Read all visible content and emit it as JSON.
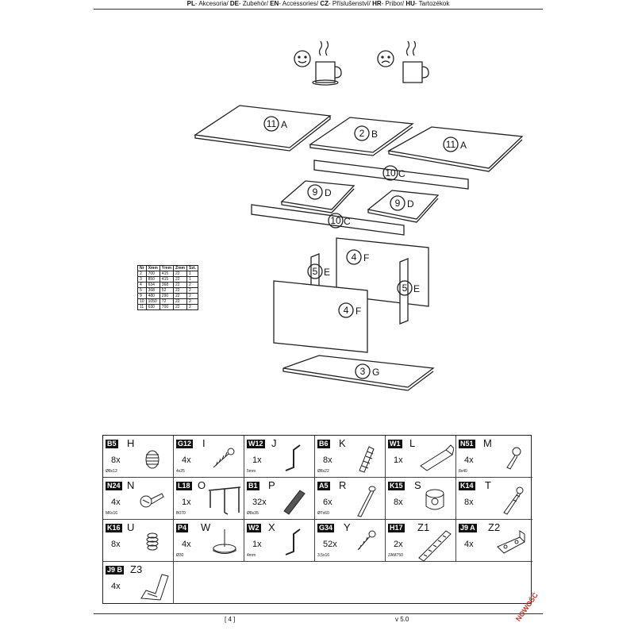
{
  "header": {
    "segments": [
      {
        "code": "PL",
        "text": "- Akcesoria/ "
      },
      {
        "code": "DE",
        "text": "- Zubehör/ "
      },
      {
        "code": "EN",
        "text": "- Accessories/ "
      },
      {
        "code": "CZ",
        "text": "- Příslušenství/ "
      },
      {
        "code": "HR",
        "text": "- Pribor/ "
      },
      {
        "code": "HU",
        "text": "- Tartozékok"
      }
    ]
  },
  "parts": [
    {
      "num": "11",
      "letter": "A"
    },
    {
      "num": "2",
      "letter": "B"
    },
    {
      "num": "11",
      "letter": "A"
    },
    {
      "num": "10",
      "letter": "C"
    },
    {
      "num": "9",
      "letter": "D"
    },
    {
      "num": "9",
      "letter": "D"
    },
    {
      "num": "10",
      "letter": "C"
    },
    {
      "num": "4",
      "letter": "F"
    },
    {
      "num": "5",
      "letter": "E"
    },
    {
      "num": "5",
      "letter": "E"
    },
    {
      "num": "4",
      "letter": "F"
    },
    {
      "num": "3",
      "letter": "G"
    }
  ],
  "dim_table": {
    "headers": [
      "Nr",
      "Xmm",
      "Ymm",
      "Zmm",
      "Szt."
    ],
    "rows": [
      [
        "2",
        "700",
        "415",
        "22",
        "1"
      ],
      [
        "3",
        "850",
        "415",
        "22",
        "1"
      ],
      [
        "4",
        "634",
        "368",
        "22",
        "2"
      ],
      [
        "5",
        "368",
        "52",
        "22",
        "2"
      ],
      [
        "9",
        "480",
        "290",
        "22",
        "2"
      ],
      [
        "10",
        "1050",
        "72",
        "22",
        "2"
      ],
      [
        "11",
        "630",
        "700",
        "22",
        "2"
      ]
    ]
  },
  "accessories": [
    {
      "code": "B5",
      "letter": "H",
      "qty": "8x",
      "size": "Ø8x12",
      "icon": "grub-screw-icon"
    },
    {
      "code": "G12",
      "letter": "I",
      "qty": "4x",
      "size": "4x25",
      "icon": "wood-screw-icon"
    },
    {
      "code": "W12",
      "letter": "J",
      "qty": "1x",
      "size": "5mm",
      "icon": "allen-key-icon"
    },
    {
      "code": "B6",
      "letter": "K",
      "qty": "8x",
      "size": "Ø8x22",
      "icon": "dowel-icon"
    },
    {
      "code": "W1",
      "letter": "L",
      "qty": "1x",
      "size": "",
      "icon": "glue-tube-icon"
    },
    {
      "code": "N51",
      "letter": "M",
      "qty": "4x",
      "size": "8x40",
      "icon": "connector-bolt-icon"
    },
    {
      "code": "N24",
      "letter": "N",
      "qty": "4x",
      "size": "M6x16",
      "icon": "machine-screw-icon"
    },
    {
      "code": "L18",
      "letter": "O",
      "qty": "1x",
      "size": "B070",
      "icon": "table-leg-frame-icon"
    },
    {
      "code": "B1",
      "letter": "P",
      "qty": "32x",
      "size": "Ø8x35",
      "icon": "wooden-dowel-icon"
    },
    {
      "code": "A5",
      "letter": "R",
      "qty": "6x",
      "size": "Ø7x60",
      "icon": "long-bolt-icon"
    },
    {
      "code": "K15",
      "letter": "S",
      "qty": "8x",
      "size": "",
      "icon": "cam-lock-icon"
    },
    {
      "code": "K14",
      "letter": "T",
      "qty": "8x",
      "size": "",
      "icon": "cam-bolt-icon"
    },
    {
      "code": "K16",
      "letter": "U",
      "qty": "8x",
      "size": "",
      "icon": "spring-nut-icon"
    },
    {
      "code": "P4",
      "letter": "W",
      "qty": "4x",
      "size": "Ø30",
      "icon": "glide-foot-icon"
    },
    {
      "code": "W2",
      "letter": "X",
      "qty": "1x",
      "size": "4mm",
      "icon": "allen-key-icon"
    },
    {
      "code": "G34",
      "letter": "Y",
      "qty": "52x",
      "size": "3,5x16",
      "icon": "wood-screw-icon"
    },
    {
      "code": "H17",
      "letter": "Z1",
      "qty": "2x",
      "size": "ZAM750",
      "icon": "drawer-runner-icon"
    },
    {
      "code": "J9 A",
      "letter": "Z2",
      "qty": "4x",
      "size": "",
      "icon": "bracket-icon"
    },
    {
      "code": "J9 B",
      "letter": "Z3",
      "qty": "4x",
      "size": "",
      "icon": "clip-icon"
    }
  ],
  "footer": {
    "page": "[ 4 ]",
    "version": "v 5.0",
    "stamp": "NOWOŚĆ"
  }
}
